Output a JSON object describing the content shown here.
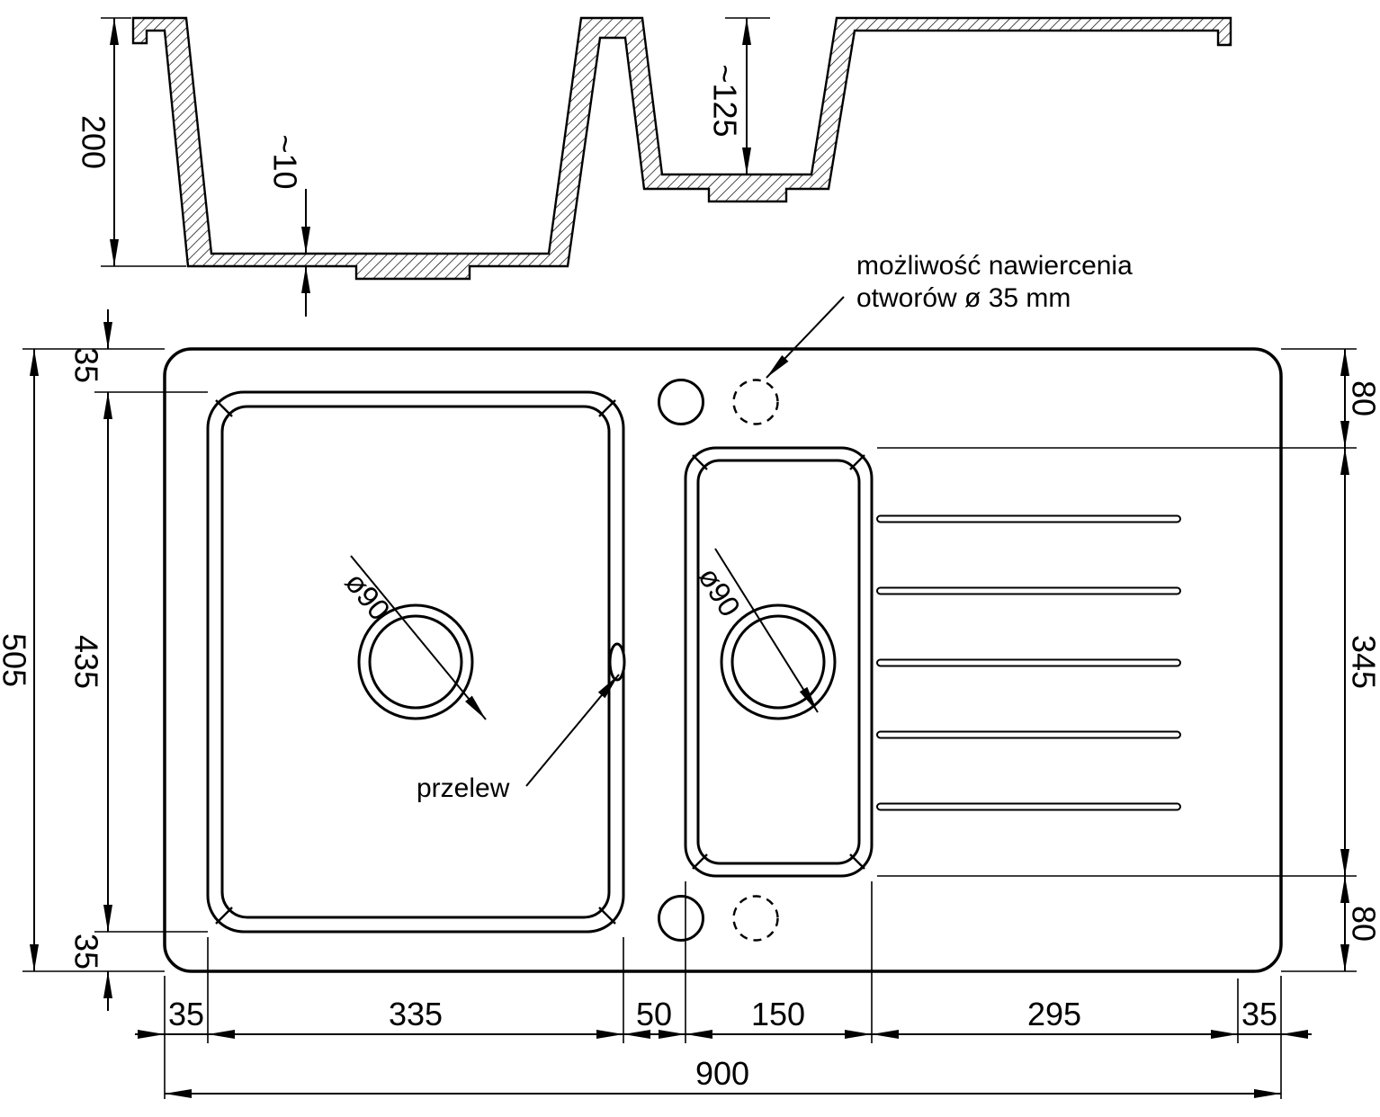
{
  "drawing": {
    "background": "#ffffff",
    "line_color": "#000000"
  },
  "section_view": {
    "total_depth": "200",
    "bottom_thickness": "~10",
    "small_basin_depth": "~125"
  },
  "plan_view": {
    "drill_note": {
      "line1": "możliwość nawiercenia",
      "line2": "otworów ø 35 mm"
    },
    "overflow_label": "przelew",
    "main_drain_diameter": "ø90",
    "small_drain_diameter": "ø90",
    "dims_left": {
      "top_margin": "35",
      "main_basin_height": "435",
      "bottom_margin": "35",
      "total_height": "505"
    },
    "dims_right": {
      "top_offset": "80",
      "small_basin_height": "345",
      "bottom_offset": "80"
    },
    "dims_bottom": {
      "left_margin": "35",
      "main_basin_width": "335",
      "divider_width": "50",
      "small_basin_width": "150",
      "drainer_width": "295",
      "right_margin": "35",
      "total_width": "900"
    }
  }
}
